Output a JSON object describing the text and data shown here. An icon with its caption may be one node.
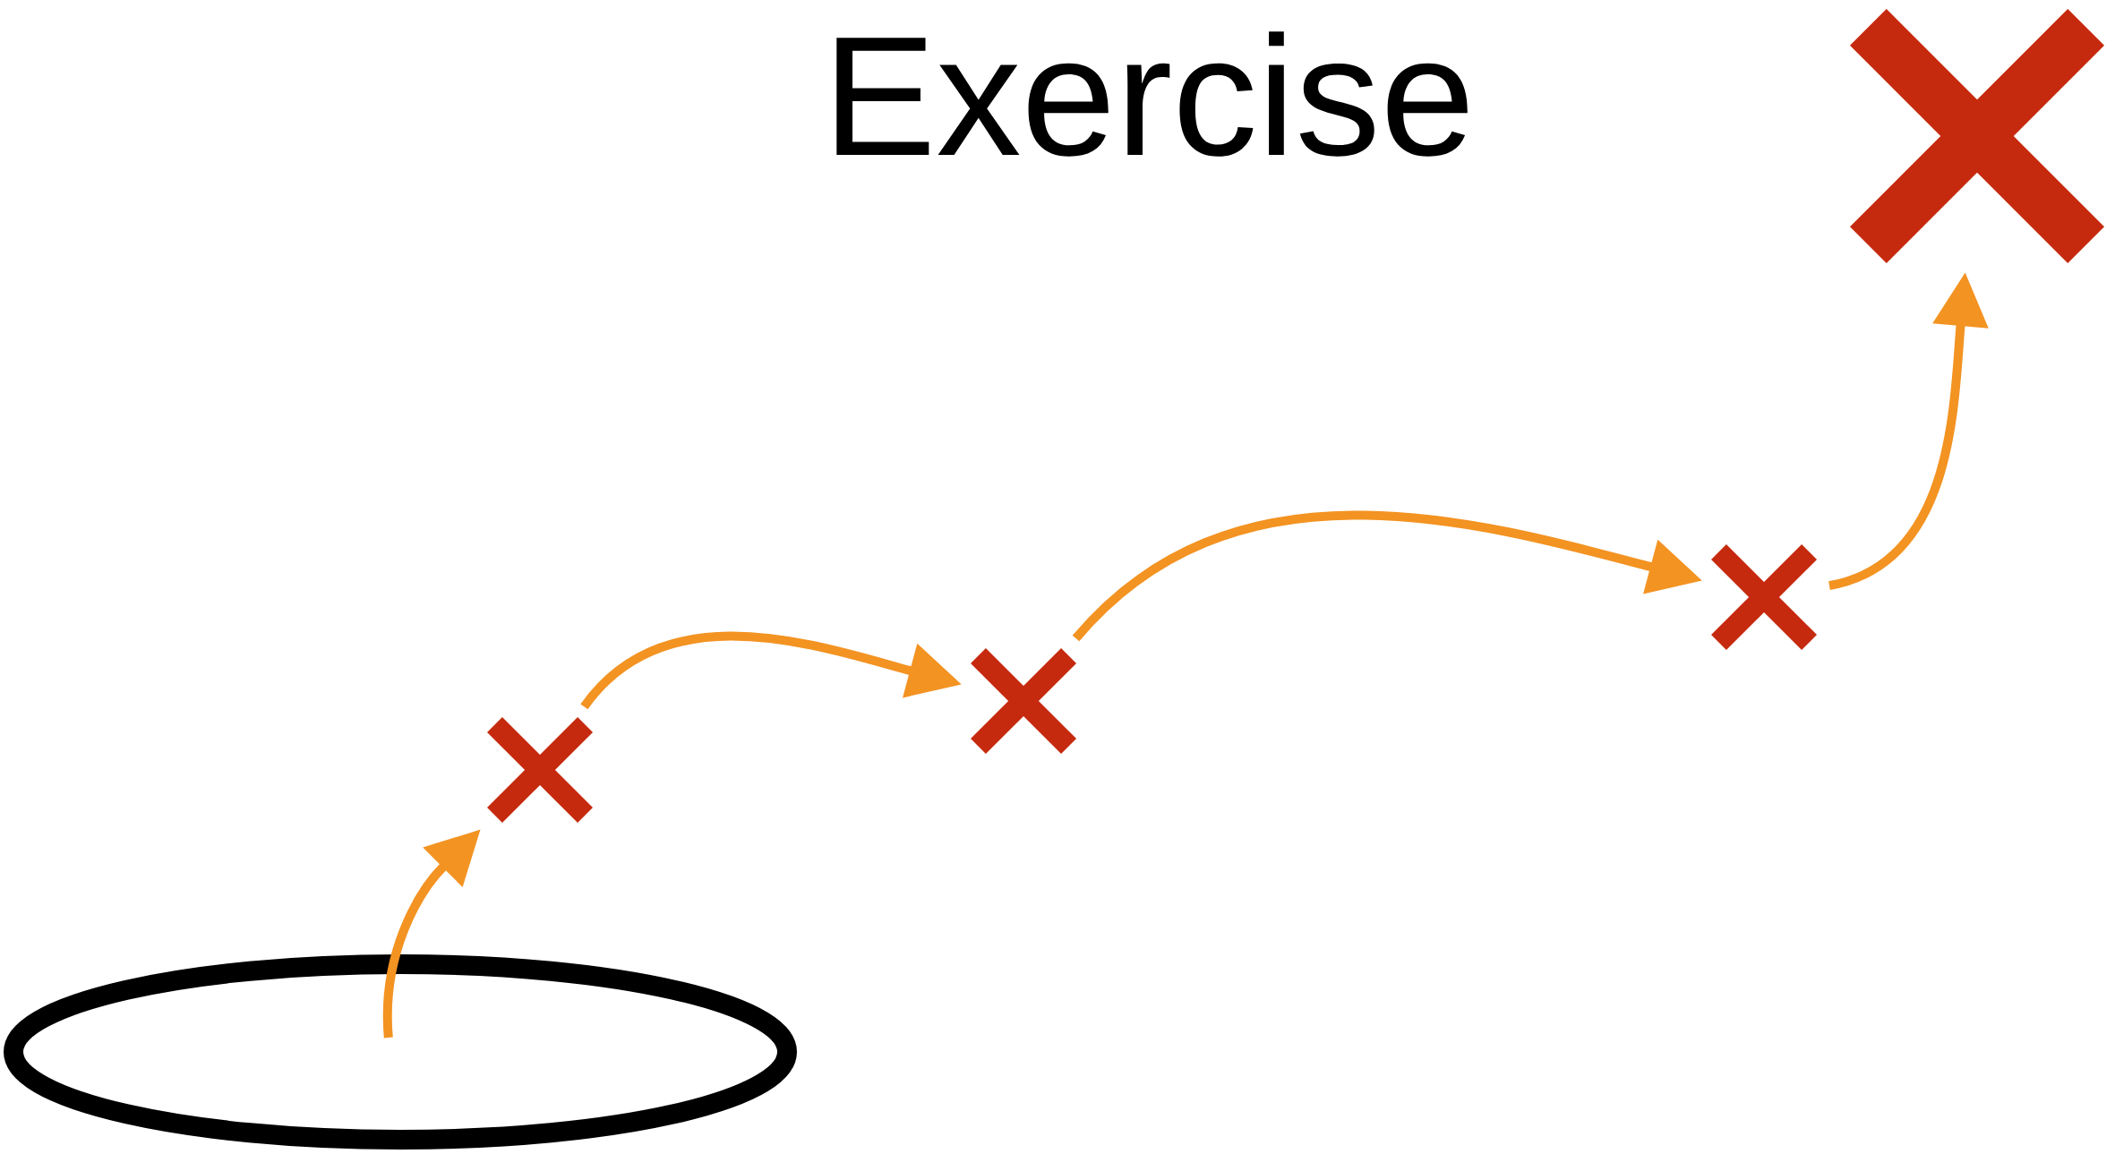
{
  "diagram": {
    "title": "Exercise",
    "nodes": [
      {
        "text": [],
        "shape": "ellipse"
      },
      {
        "text": [],
        "shape": "cross"
      },
      {
        "text": [],
        "shape": "cross"
      },
      {
        "text": [],
        "shape": "cross"
      },
      {
        "text": [],
        "shape": "cross"
      }
    ],
    "edges": [
      {
        "from": 0,
        "to": 1,
        "arrow": "to"
      },
      {
        "from": 1,
        "to": 2,
        "arrow": "to"
      },
      {
        "from": 2,
        "to": 3,
        "arrow": "to"
      },
      {
        "from": 3,
        "to": 4,
        "arrow": "to"
      }
    ]
  }
}
